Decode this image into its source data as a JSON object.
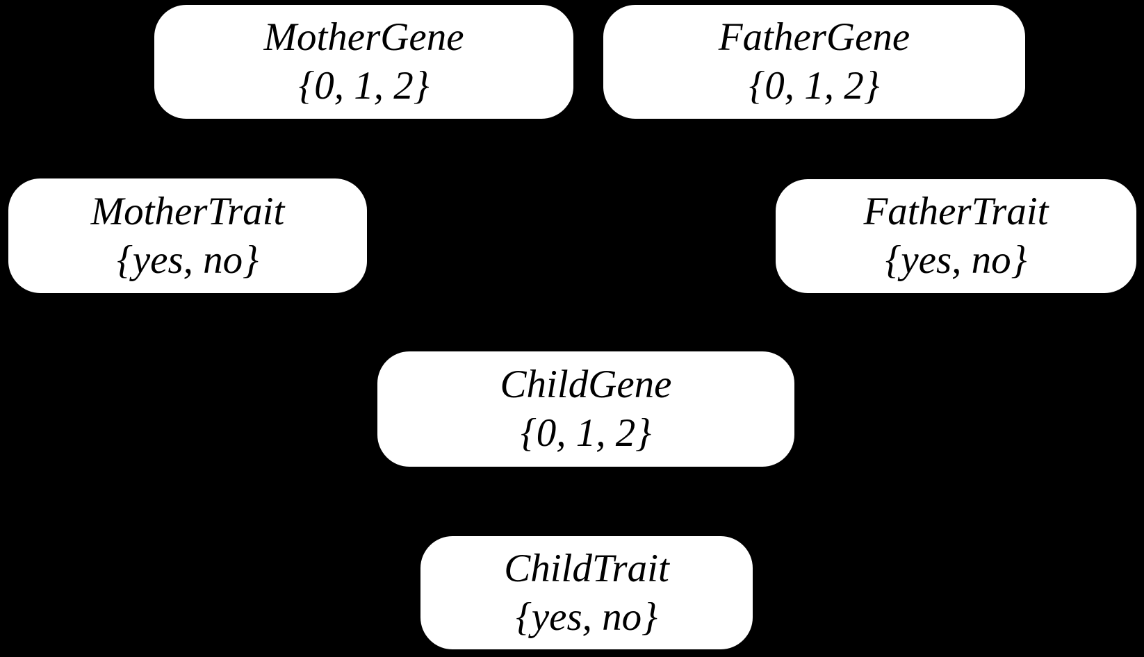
{
  "diagram": {
    "background_color": "#000000",
    "node_fill_color": "#ffffff",
    "node_text_color": "#000000"
  },
  "nodes": [
    {
      "title": "MotherGene",
      "values": "{0, 1, 2}"
    },
    {
      "title": "FatherGene",
      "values": "{0, 1, 2}"
    },
    {
      "title": "MotherTrait",
      "values": "{yes, no}"
    },
    {
      "title": "FatherTrait",
      "values": "{yes, no}"
    },
    {
      "title": "ChildGene",
      "values": "{0, 1, 2}"
    },
    {
      "title": "ChildTrait",
      "values": "{yes, no}"
    }
  ]
}
